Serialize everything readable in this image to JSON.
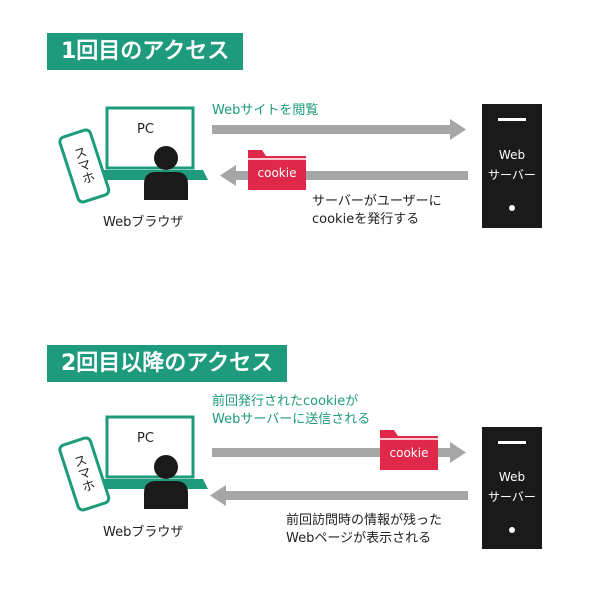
{
  "section1": {
    "title": "1回目のアクセス",
    "request_label": "Webサイトを閲覧",
    "response_label_line1": "サーバーがユーザーに",
    "response_label_line2": "cookieを発行する",
    "cookie_label": "cookie",
    "pc_label": "PC",
    "phone_label": "スマホ",
    "browser_label": "Webブラウザ",
    "server_label_line1": "Web",
    "server_label_line2": "サーバー"
  },
  "section2": {
    "title": "2回目以降のアクセス",
    "request_label_line1": "前回発行されたcookieが",
    "request_label_line2": "Webサーバーに送信される",
    "response_label_line1": "前回訪問時の情報が残った",
    "response_label_line2": "Webページが表示される",
    "cookie_label": "cookie",
    "pc_label": "PC",
    "phone_label": "スマホ",
    "browser_label": "Webブラウザ",
    "server_label_line1": "Web",
    "server_label_line2": "サーバー"
  },
  "colors": {
    "accent": "#1e9a7c",
    "cookie": "#e0284a",
    "arrow": "#a6a6a6",
    "server": "#1a1a1a"
  }
}
